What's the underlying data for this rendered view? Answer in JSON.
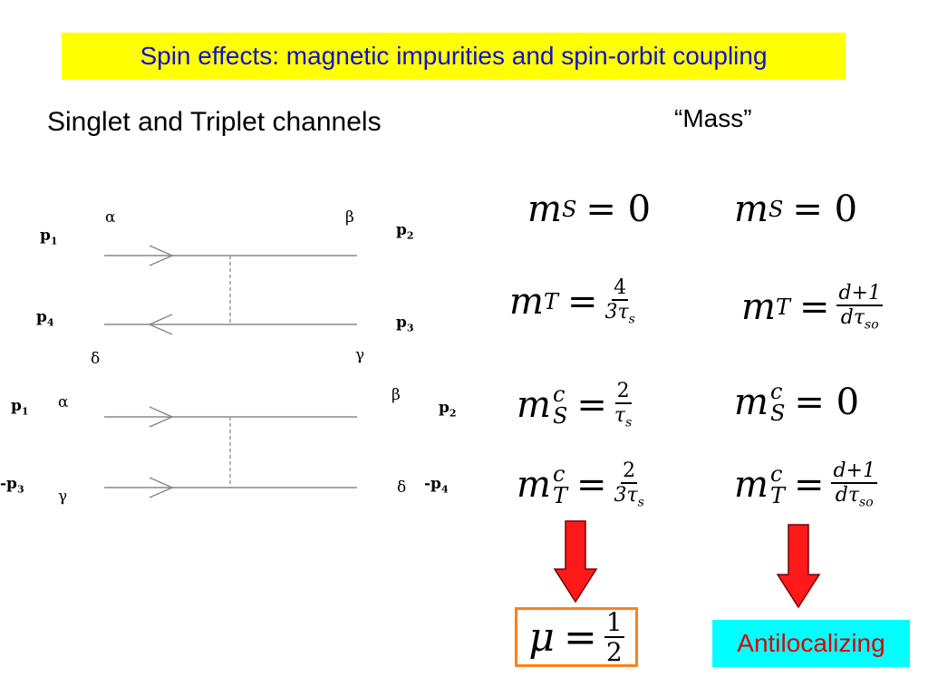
{
  "slide": {
    "title": "Spin effects: magnetic impurities and spin-orbit coupling",
    "subtitle": "Singlet and Triplet channels",
    "mass_label": "“Mass”",
    "antilocalizing": "Antilocalizing"
  },
  "diagram": {
    "top": {
      "alpha": "α",
      "beta": "β",
      "delta": "δ",
      "gamma": "γ",
      "p1": "p",
      "p1_sub": "1",
      "p2": "p",
      "p2_sub": "2",
      "p4": "p",
      "p4_sub": "4",
      "p3": "p",
      "p3_sub": "3"
    },
    "bottom": {
      "alpha": "α",
      "beta": "β",
      "gamma": "γ",
      "delta": "δ",
      "p1": "p",
      "p1_sub": "1",
      "p2": "p",
      "p2_sub": "2",
      "mp3": "-p",
      "mp3_sub": "3",
      "mp4": "-p",
      "mp4_sub": "4"
    }
  },
  "equations": {
    "col1": {
      "ms": {
        "lhs": "m",
        "sub": "S",
        "rhs": "= 0"
      },
      "mt": {
        "lhs": "m",
        "sub": "T",
        "eq": "=",
        "num": "4",
        "den": "3τ",
        "den_sub": "s"
      },
      "msc": {
        "lhs": "m",
        "sup": "c",
        "sub": "S",
        "eq": "=",
        "num": "2",
        "den": "τ",
        "den_sub": "s"
      },
      "mtc": {
        "lhs": "m",
        "sup": "c",
        "sub": "T",
        "eq": "=",
        "num": "2",
        "den": "3τ",
        "den_sub": "s"
      }
    },
    "col2": {
      "ms": {
        "lhs": "m",
        "sub": "S",
        "rhs": "= 0"
      },
      "mt": {
        "lhs": "m",
        "sub": "T",
        "eq": "=",
        "num": "d+1",
        "den": "dτ",
        "den_sub": "so"
      },
      "msc": {
        "lhs": "m",
        "sup": "c",
        "sub": "S",
        "rhs": "= 0"
      },
      "mtc": {
        "lhs": "m",
        "sup": "c",
        "sub": "T",
        "eq": "=",
        "num": "d+1",
        "den": "dτ",
        "den_sub": "so"
      }
    },
    "mu": {
      "lhs": "μ",
      "eq": "=",
      "num": "1",
      "den": "2"
    }
  },
  "colors": {
    "title_bg": "#ffff00",
    "title_text": "#1111cc",
    "arrow": "#ff1a1a",
    "mu_border": "#ff7f1a",
    "anti_bg": "#00ffff",
    "anti_text": "#dd0000"
  }
}
